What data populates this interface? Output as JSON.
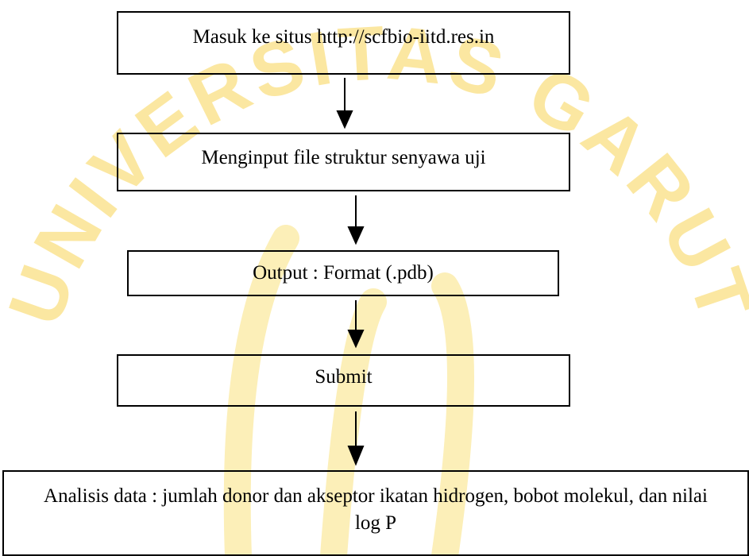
{
  "watermark": {
    "arc_text": "UNIVERSITAS GARUT",
    "color": "#FBE7A1",
    "stripe_color": "#FCEFB8"
  },
  "flowchart": {
    "steps": [
      {
        "label": "Masuk ke situs http://scfbio-iitd.res.in"
      },
      {
        "label": "Menginput file struktur senyawa uji"
      },
      {
        "label": "Output : Format (.pdb)"
      },
      {
        "label": "Submit"
      },
      {
        "label": "Analisis data : jumlah donor dan akseptor ikatan hidrogen, bobot molekul, dan nilai log P"
      }
    ],
    "line_color": "#000000"
  }
}
